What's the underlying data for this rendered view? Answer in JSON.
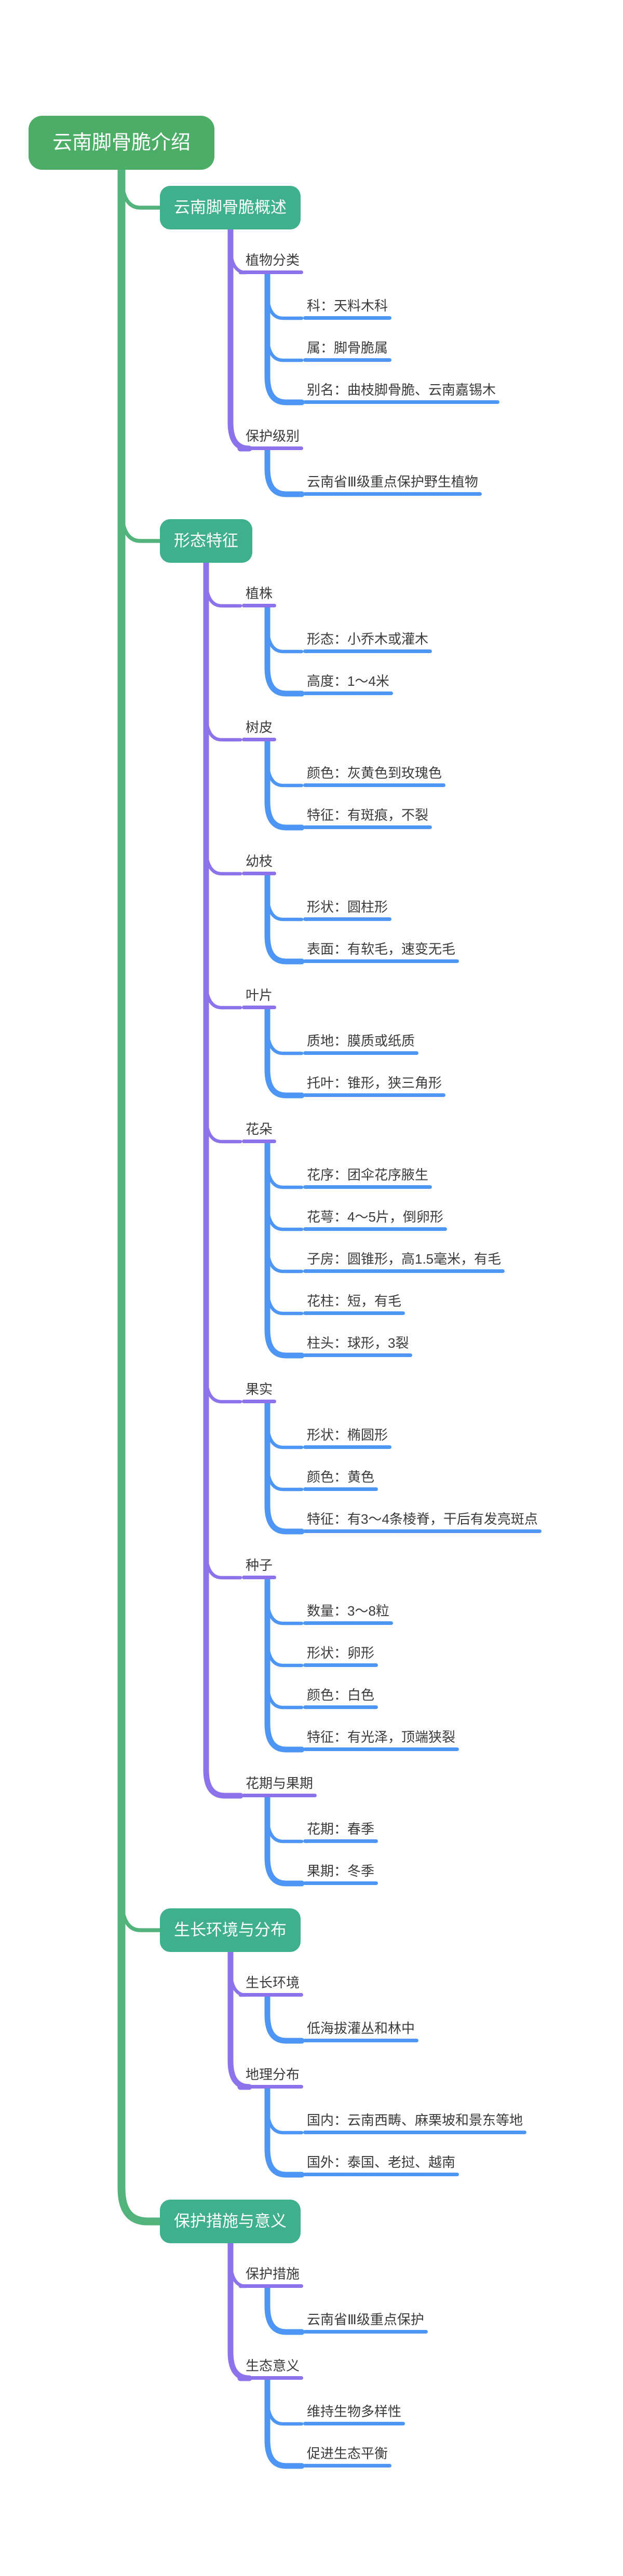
{
  "colors": {
    "background": "#FFFFFF",
    "root_node_bg": "#4CAE66",
    "branch_node_bg": "#3FAF8C",
    "trunk_green": "#52B47B",
    "topic_purple": "#8C73EB",
    "leaf_blue": "#4E96F6",
    "label_text": "#3B3B3B",
    "node_text": "#FFFFFF"
  },
  "mindmap": {
    "root": {
      "label": "云南脚骨脆介绍"
    },
    "branches": [
      {
        "label": "云南脚骨脆概述",
        "topics": [
          {
            "label": "植物分类",
            "items": [
              "科：天料木科",
              "属：脚骨脆属",
              "别名：曲枝脚骨脆、云南嘉锡木"
            ]
          },
          {
            "label": "保护级别",
            "items": [
              "云南省Ⅲ级重点保护野生植物"
            ]
          }
        ]
      },
      {
        "label": "形态特征",
        "topics": [
          {
            "label": "植株",
            "items": [
              "形态：小乔木或灌木",
              "高度：1～4米"
            ]
          },
          {
            "label": "树皮",
            "items": [
              "颜色：灰黄色到玫瑰色",
              "特征：有斑痕，不裂"
            ]
          },
          {
            "label": "幼枝",
            "items": [
              "形状：圆柱形",
              "表面：有软毛，速变无毛"
            ]
          },
          {
            "label": "叶片",
            "items": [
              "质地：膜质或纸质",
              "托叶：锥形，狭三角形"
            ]
          },
          {
            "label": "花朵",
            "items": [
              "花序：团伞花序腋生",
              "花萼：4～5片，倒卵形",
              "子房：圆锥形，高1.5毫米，有毛",
              "花柱：短，有毛",
              "柱头：球形，3裂"
            ]
          },
          {
            "label": "果实",
            "items": [
              "形状：椭圆形",
              "颜色：黄色",
              "特征：有3～4条棱脊，干后有发亮斑点"
            ]
          },
          {
            "label": "种子",
            "items": [
              "数量：3～8粒",
              "形状：卵形",
              "颜色：白色",
              "特征：有光泽，顶端狭裂"
            ]
          },
          {
            "label": "花期与果期",
            "items": [
              "花期：春季",
              "果期：冬季"
            ]
          }
        ]
      },
      {
        "label": "生长环境与分布",
        "topics": [
          {
            "label": "生长环境",
            "items": [
              "低海拔灌丛和林中"
            ]
          },
          {
            "label": "地理分布",
            "items": [
              "国内：云南西畴、麻栗坡和景东等地",
              "国外：泰国、老挝、越南"
            ]
          }
        ]
      },
      {
        "label": "保护措施与意义",
        "topics": [
          {
            "label": "保护措施",
            "items": [
              "云南省Ⅲ级重点保护"
            ]
          },
          {
            "label": "生态意义",
            "items": [
              "维持生物多样性",
              "促进生态平衡"
            ]
          }
        ]
      }
    ]
  }
}
